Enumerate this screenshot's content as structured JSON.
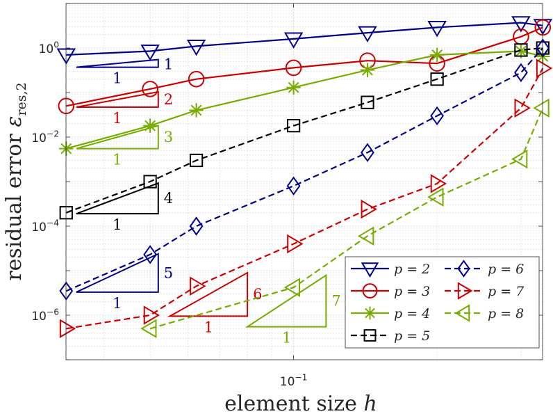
{
  "chart_data": {
    "type": "line",
    "xlabel": "element size h",
    "ylabel": "residual error ε_res,2",
    "x_scale": "log",
    "y_scale": "log",
    "xlim": [
      0.0333,
      0.333
    ],
    "ylim": [
      1e-07,
      10
    ],
    "x_tick_labels": [
      {
        "value": 0.1,
        "label": "10^-1"
      }
    ],
    "y_tick_labels": [
      {
        "value": 1,
        "label": "10^0"
      },
      {
        "value": 0.01,
        "label": "10^-2"
      },
      {
        "value": 0.0001,
        "label": "10^-4"
      },
      {
        "value": 1e-06,
        "label": "10^-6"
      }
    ],
    "grid": true,
    "legend": {
      "position": "bottom-right",
      "entries": [
        "p = 2",
        "p = 3",
        "p = 4",
        "p = 5",
        "p = 6",
        "p = 7",
        "p = 8"
      ]
    },
    "series": [
      {
        "name": "p = 2",
        "color": "#00008b",
        "dash": "solid",
        "marker": "triangle-down",
        "x": [
          0.03333,
          0.05,
          0.0625,
          0.1,
          0.1429,
          0.2,
          0.3,
          0.3333
        ],
        "y": [
          0.7,
          0.85,
          1.1,
          1.6,
          2.2,
          2.9,
          3.7,
          3.2
        ]
      },
      {
        "name": "p = 3",
        "color": "#cc0000",
        "dash": "solid",
        "marker": "circle",
        "x": [
          0.03333,
          0.05,
          0.0625,
          0.1,
          0.1429,
          0.2,
          0.3,
          0.3333
        ],
        "y": [
          0.05,
          0.12,
          0.2,
          0.36,
          0.52,
          0.45,
          1.8,
          2.9
        ]
      },
      {
        "name": "p = 4",
        "color": "#77ac00",
        "dash": "solid",
        "marker": "asterisk",
        "x": [
          0.03333,
          0.05,
          0.0625,
          0.1,
          0.1429,
          0.2,
          0.3,
          0.3333
        ],
        "y": [
          0.0055,
          0.018,
          0.04,
          0.13,
          0.32,
          0.7,
          0.85,
          0.65
        ]
      },
      {
        "name": "p = 5",
        "color": "#000000",
        "dash": "dashed",
        "marker": "square",
        "x": [
          0.03333,
          0.05,
          0.0625,
          0.1,
          0.1429,
          0.2,
          0.3,
          0.3333
        ],
        "y": [
          0.0002,
          0.001,
          0.003,
          0.018,
          0.06,
          0.2,
          0.9,
          1.0
        ]
      },
      {
        "name": "p = 6",
        "color": "#00008b",
        "dash": "dashed",
        "marker": "diamond",
        "x": [
          0.03333,
          0.05,
          0.0625,
          0.1,
          0.1429,
          0.2,
          0.3,
          0.3333
        ],
        "y": [
          3.5e-06,
          2.3e-05,
          0.0001,
          0.0008,
          0.0045,
          0.03,
          0.28,
          1.0
        ]
      },
      {
        "name": "p = 7",
        "color": "#cc0000",
        "dash": "dashed",
        "marker": "triangle-right",
        "x": [
          0.03333,
          0.05,
          0.0625,
          0.1,
          0.1429,
          0.2,
          0.3,
          0.3333
        ],
        "y": [
          5e-07,
          1e-06,
          4.5e-06,
          4e-05,
          0.00024,
          0.0009,
          0.045,
          0.35
        ]
      },
      {
        "name": "p = 8",
        "color": "#77ac00",
        "dash": "dashed",
        "marker": "triangle-left",
        "x": [
          0.05,
          0.1,
          0.1429,
          0.2,
          0.3,
          0.3333
        ],
        "y": [
          5e-07,
          4.2e-06,
          6e-05,
          0.00045,
          0.0032,
          0.045
        ]
      }
    ],
    "slope_triangles": [
      {
        "slope": 1,
        "run_label": "1",
        "rise_label": "1",
        "color": "#00008b",
        "x0": 0.035,
        "x1": 0.052,
        "y0": 0.37
      },
      {
        "slope": 2,
        "run_label": "1",
        "rise_label": "2",
        "color": "#cc0000",
        "x0": 0.035,
        "x1": 0.052,
        "y0": 0.047
      },
      {
        "slope": 3,
        "run_label": "1",
        "rise_label": "3",
        "color": "#77ac00",
        "x0": 0.035,
        "x1": 0.052,
        "y0": 0.0055
      },
      {
        "slope": 4,
        "run_label": "1",
        "rise_label": "4",
        "color": "#000000",
        "x0": 0.035,
        "x1": 0.052,
        "y0": 0.00019
      },
      {
        "slope": 5,
        "run_label": "1",
        "rise_label": "5",
        "color": "#00008b",
        "x0": 0.035,
        "x1": 0.052,
        "y0": 3.3e-06
      },
      {
        "slope": 6,
        "run_label": "1",
        "rise_label": "6",
        "color": "#cc0000",
        "x0": 0.055,
        "x1": 0.08,
        "y0": 9.5e-07
      },
      {
        "slope": 7,
        "run_label": "1",
        "rise_label": "7",
        "color": "#77ac00",
        "x0": 0.08,
        "x1": 0.117,
        "y0": 5.5e-07
      }
    ]
  }
}
